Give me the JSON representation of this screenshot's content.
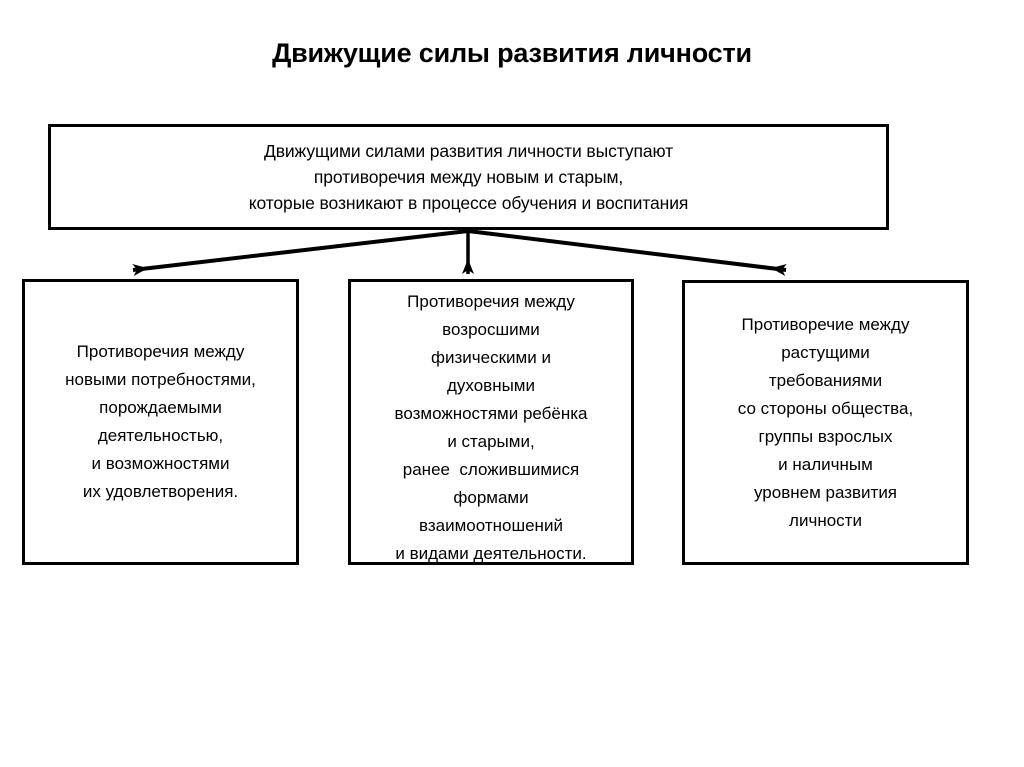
{
  "page": {
    "title": "Движущие силы развития личности",
    "background_color": "#ffffff",
    "ink_color": "#000000"
  },
  "diagram": {
    "type": "flow-diagram",
    "premise": {
      "id": "premise",
      "lines": [
        "Движущими силами развития личности выступают",
        "противоречия между новым и старым,",
        "которые возникают в процессе обучения и воспитания"
      ]
    },
    "branches": [
      {
        "id": "needs",
        "arrow": "arrow-left",
        "lines": [
          "Противоречия между",
          "новыми потребностями,",
          "порождаемыми",
          "деятельностью,",
          "и возможностями",
          "их удовлетворения."
        ]
      },
      {
        "id": "capabilities",
        "arrow": "arrow-down",
        "lines": [
          "Противоречия между",
          "возросшими",
          "физическими и",
          "духовными",
          "возможностями ребёнка",
          "и старыми,",
          "ранее  сложившимися",
          "формами",
          "взаимоотношений",
          "и видами деятельности."
        ]
      },
      {
        "id": "demands",
        "arrow": "arrow-right",
        "lines": [
          "Противоречие между",
          "растущими",
          "требованиями",
          "со стороны общества,",
          "группы взрослых",
          "и наличным",
          "уровнем развития",
          "личности"
        ]
      }
    ]
  }
}
